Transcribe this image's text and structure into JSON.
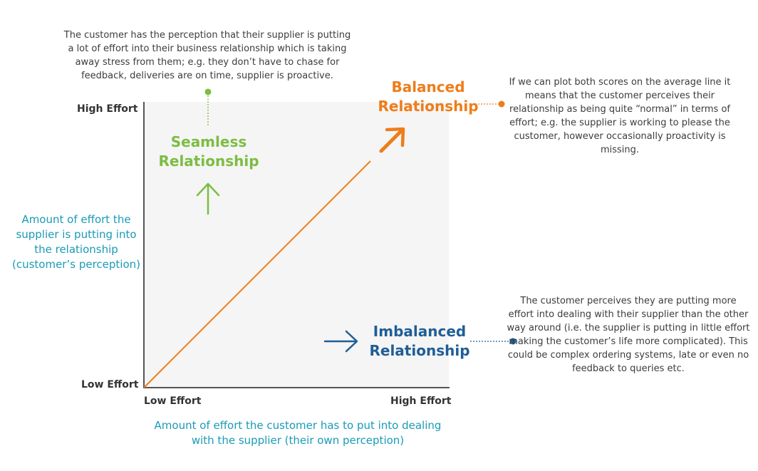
{
  "colors": {
    "axis_title": "#1a9bb5",
    "seamless": "#7cbd42",
    "balanced": "#ee7d1a",
    "imbalanced": "#1f5e96",
    "plot_bg": "#f5f5f5",
    "axis": "#555555"
  },
  "notes": {
    "seamless": "The customer has the perception that their supplier is putting a lot of effort into their business relationship which is taking away stress from them; e.g. they don’t have to chase for feedback, deliveries are on time, supplier is proactive.",
    "balanced": "If we can plot both scores on the average line it means that the customer perceives their relationship as being quite “normal” in terms of effort; e.g. the supplier is working to please the customer, however occasionally proactivity is missing.",
    "imbalanced": "The customer perceives they are putting more effort into dealing with their supplier than the other way around (i.e. the supplier is putting in little effort making the customer’s life more complicated). This could be complex ordering systems, late or even no feedback to queries etc."
  },
  "regions": {
    "seamless": {
      "line1": "Seamless",
      "line2": "Relationship",
      "arrow": "up-arrow-icon"
    },
    "balanced": {
      "line1": "Balanced",
      "line2": "Relationship",
      "arrow": "diagonal-arrow-icon"
    },
    "imbalanced": {
      "line1": "Imbalanced",
      "line2": "Relationship",
      "arrow": "right-arrow-icon"
    }
  },
  "axes": {
    "y_high": "High Effort",
    "y_low": "Low Effort",
    "x_low": "Low Effort",
    "x_high": "High Effort",
    "y_title": [
      "Amount of effort the",
      "supplier is putting into",
      "the relationship",
      "(customer’s perception)"
    ],
    "x_title": [
      "Amount of effort the customer has to put into dealing",
      "with the supplier (their own perception)"
    ]
  }
}
